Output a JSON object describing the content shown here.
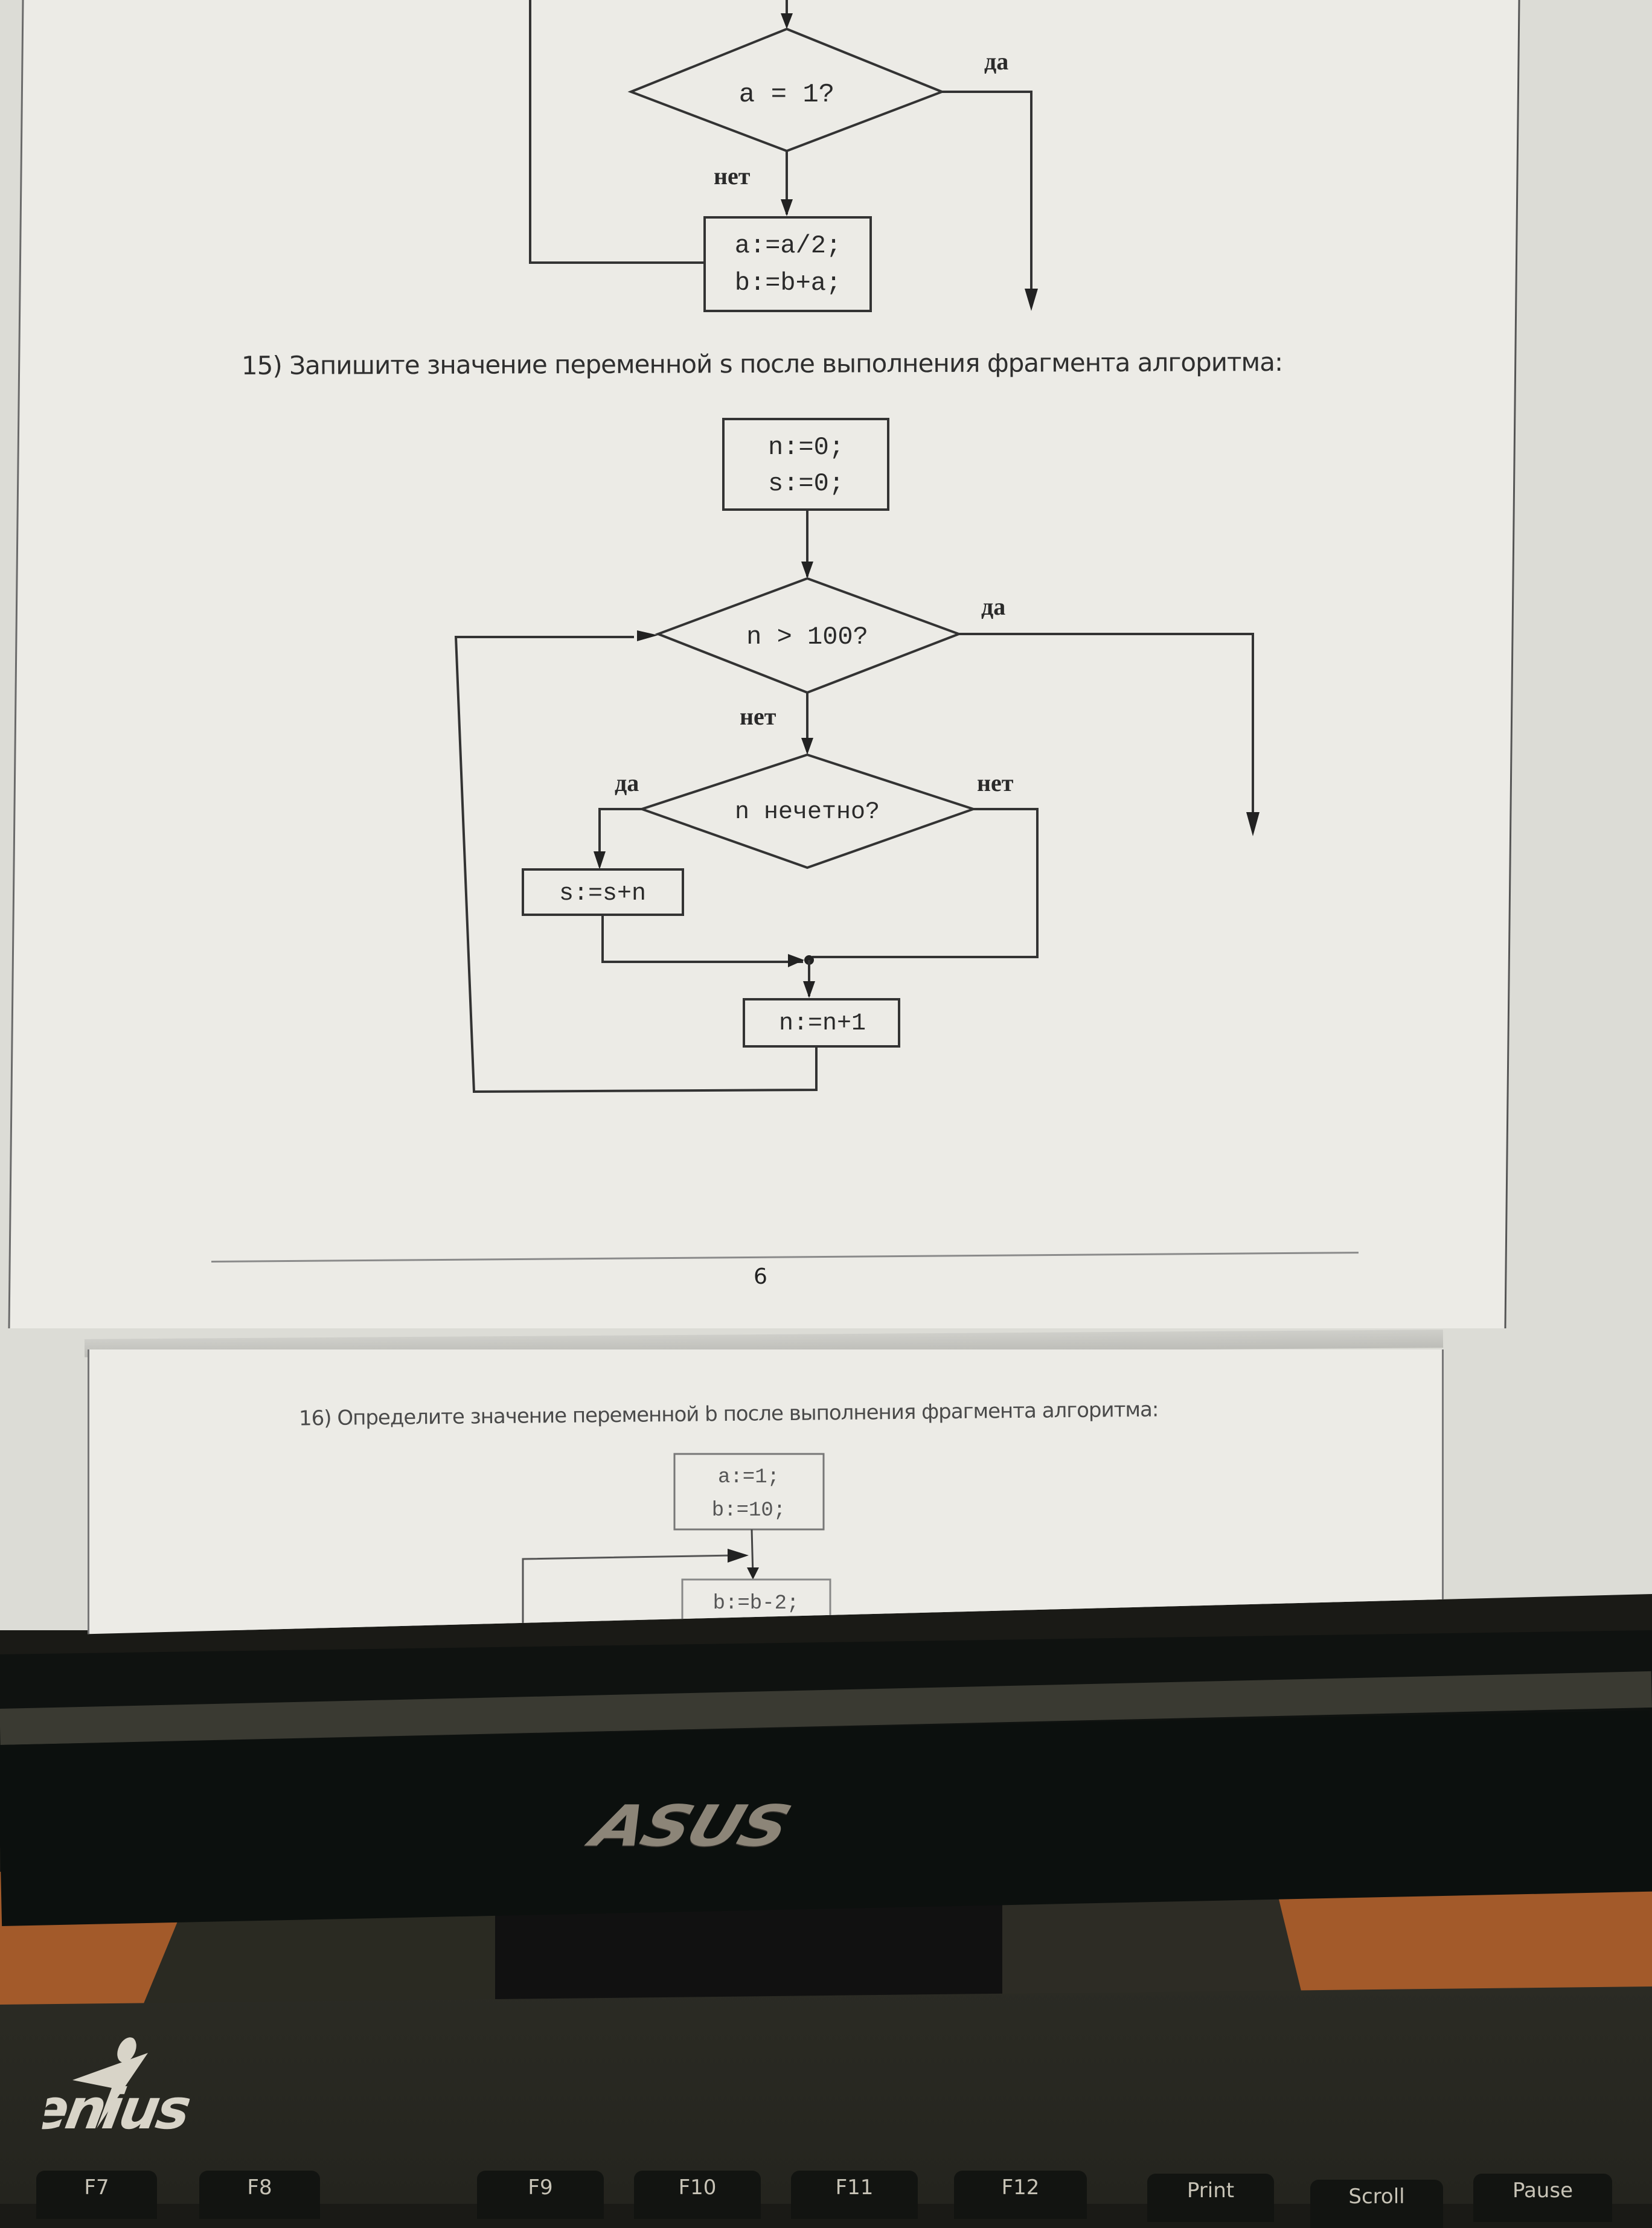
{
  "document": {
    "fragment_14_tail": {
      "condition": "a = 1?",
      "branch_yes": "да",
      "branch_no": "нет",
      "process_lines": [
        "a:=a/2;",
        "b:=b+a;"
      ]
    },
    "question_15": {
      "text": "15) Запишите значение переменной s после выполнения фрагмента алгоритма:",
      "flowchart": {
        "init_lines": [
          "n:=0;",
          "s:=0;"
        ],
        "loop_condition": "n > 100?",
        "loop_yes": "да",
        "loop_no": "нет",
        "inner_condition": "n нечетно?",
        "inner_yes": "да",
        "inner_no": "нет",
        "sum_step": "s:=s+n",
        "increment_step": "n:=n+1"
      }
    },
    "page_number": "6",
    "question_16": {
      "text": "16) Определите значение переменной b после выполнения фрагмента алгоритма:",
      "flowchart": {
        "init_lines": [
          "a:=1;",
          "b:=10;"
        ],
        "next_step_partial": "b:=b-2;"
      }
    }
  },
  "hardware": {
    "monitor_brand": "ASUS",
    "keyboard_brand": "Genius",
    "keys": [
      "F7",
      "F8",
      "F9",
      "F10",
      "F11",
      "F12",
      "Print",
      "Scroll",
      "Pause"
    ]
  },
  "colors": {
    "page_bg": "#ecebe6",
    "ink": "#2a2a2a",
    "bezel": "#0f1210",
    "desk": "#a35a2a"
  }
}
